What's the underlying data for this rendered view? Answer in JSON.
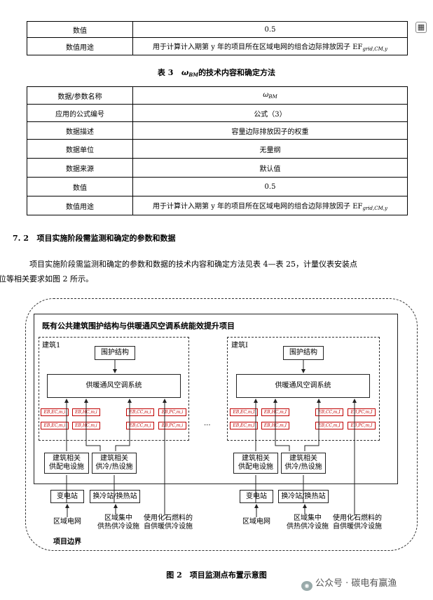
{
  "table_top": [
    {
      "label": "数值",
      "value": "0.5"
    },
    {
      "label": "数值用途",
      "value": "用于计算计入期第 y 年的项目所在区域电网的组合边际排放因子 EF",
      "sub": "grid,CM,y"
    }
  ],
  "table3": {
    "caption_prefix": "表 3",
    "caption_sym": "ω",
    "caption_sub": "BM",
    "caption_suffix": "的技术内容和确定方法",
    "rows": [
      {
        "label": "数据/参数名称",
        "value": "ω",
        "sub": "BM"
      },
      {
        "label": "应用的公式编号",
        "value": "公式（3）"
      },
      {
        "label": "数据描述",
        "value": "容量边际排放因子的权重"
      },
      {
        "label": "数据单位",
        "value": "无量纲"
      },
      {
        "label": "数据来源",
        "value": "默认值"
      },
      {
        "label": "数值",
        "value": "0.5"
      },
      {
        "label": "数值用途",
        "value": "用于计算计入期第 y 年的项目所在区域电网的组合边际排放因子 EF",
        "sub": "grid,CM,y"
      }
    ]
  },
  "section": {
    "number": "7. 2",
    "title": "项目实施阶段需监测和确定的参数和数据"
  },
  "paragraph": [
    "项目实施阶段需监测和确定的参数和数据的技术内容和确定方法见表 4—表 25，计量仪表安装点",
    "位等相关要求如图 2 所示。"
  ],
  "diagram": {
    "title": "既有公共建筑围护结构与供暖通风空调系统能效提升项目",
    "buildings": [
      {
        "name": "建筑1",
        "envelope": "围护结构",
        "hvac": "供暖通风空调系统",
        "meters_left_top": [
          "EB,EC,m,i",
          "EB,HC,m,i"
        ],
        "meters_left_bottom": [
          "EB,EC,m,i",
          "EB,HC,m,i"
        ],
        "meters_right_top": [
          "EB,CC,m,i",
          "EB,PC,m,i"
        ],
        "meters_right_bottom": [
          "EB,CC,m,i",
          "EB,PC,m,i"
        ],
        "power": "建筑相关\n供配电设施",
        "heat": "建筑相关\n供冷/热设施"
      },
      {
        "name": "建筑I",
        "envelope": "围护结构",
        "hvac": "供暖通风空调系统",
        "meters_left_top": [
          "EB,EC,m,I",
          "EB,HC,m,I"
        ],
        "meters_left_bottom": [
          "EB,EC,m,I",
          "EB,HC,m,I"
        ],
        "meters_right_top": [
          "EB,CC,m,I",
          "EB,PC,m,I"
        ],
        "meters_right_bottom": [
          "EB,CC,m,I",
          "EB,PC,m,I"
        ],
        "power": "建筑相关\n供配电设施",
        "heat": "建筑相关\n供冷/热设施"
      }
    ],
    "ellipsis": "...",
    "substation": "变电站",
    "exchange": "换冷站/换热站",
    "grid": "区域电网",
    "district": "区域集中\n供热供冷设施",
    "fossil": "使用化石燃料的\n自供暖供冷设施",
    "boundary": "项目边界"
  },
  "figure_caption": "图 2　项目监测点布置示意图",
  "watermark": "公众号 · 碳电有赢渔",
  "qr_icon": "qr-code-icon"
}
